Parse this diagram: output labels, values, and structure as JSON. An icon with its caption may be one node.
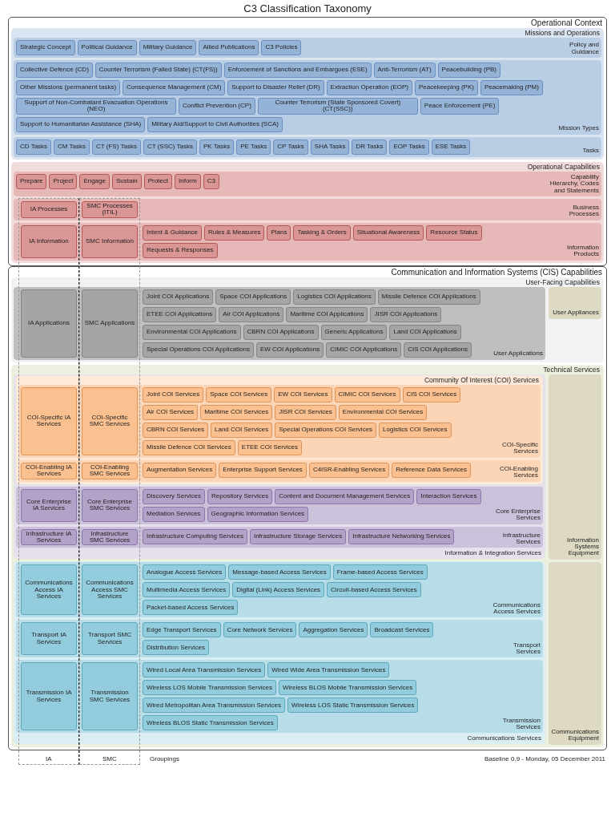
{
  "diagram": {
    "title": "C3 Classification Taxonomy",
    "nodes": [
      {
        "text": [
          "Operational Context"
        ]
      },
      {
        "text": [
          "Missions and Operations"
        ],
        "in": 0
      },
      {
        "text": [
          "Policy and Guidance"
        ],
        "in": 1
      },
      {
        "text": [
          "Strategic Concept"
        ],
        "in": 2
      },
      {
        "text": [
          "Political Guidance"
        ],
        "in": 2
      },
      {
        "text": [
          "Military Guidance"
        ],
        "in": 2
      },
      {
        "text": [
          "Allied Publications"
        ],
        "in": 2
      },
      {
        "text": [
          "C3 Policies"
        ],
        "in": 2
      },
      {
        "text": [
          "Mission Types"
        ],
        "in": 1
      },
      {
        "text": [
          "Collective Defence (CD)"
        ],
        "in": 8
      },
      {
        "text": [
          "Counter Terrorism (Failed State) (CT(FS))"
        ],
        "in": 8
      },
      {
        "text": [
          "Enforcement of Sanctions and Embargoes (ESE)"
        ],
        "in": 8
      },
      {
        "text": [
          "Anti-Terrorism (AT)"
        ],
        "in": 8
      },
      {
        "text": [
          "Peacebuilding (PB)"
        ],
        "in": 8
      },
      {
        "text": [
          "Other Missions (permanent tasks)"
        ],
        "in": 8
      },
      {
        "text": [
          "Consequence Management (CM)"
        ],
        "in": 8
      },
      {
        "text": [
          "Support to Disaster Relief (DR)"
        ],
        "in": 8
      },
      {
        "text": [
          "Extraction Operation (EOP)"
        ],
        "in": 8
      },
      {
        "text": [
          "Peacekeeping (PK)"
        ],
        "in": 8
      },
      {
        "text": [
          "Peacemaking (PM)"
        ],
        "in": 8
      },
      {
        "text": [
          "Support of Non-Combatant Evacuation Operations (NEO)"
        ],
        "in": 8
      },
      {
        "text": [
          "Conflict Prevention (CP)"
        ],
        "in": 8
      },
      {
        "text": [
          "Counter Terrorism (State Sponsored Covert) (CT(SSC))"
        ],
        "in": 8
      },
      {
        "text": [
          "Peace Enforcement (PE)"
        ],
        "in": 8
      },
      {
        "text": [
          "Support to Humanitarian Assistance (SHA)"
        ],
        "in": 8
      },
      {
        "text": [
          "Military Aid/Support to Civil Authorities (SCA)"
        ],
        "in": 8
      },
      {
        "text": [
          "Tasks"
        ],
        "in": 1
      },
      {
        "text": [
          "CD Tasks"
        ],
        "in": 26
      },
      {
        "text": [
          "CM Tasks"
        ],
        "in": 26
      },
      {
        "text": [
          "CT (FS) Tasks"
        ],
        "in": 26
      },
      {
        "text": [
          "CT (SSC) Tasks"
        ],
        "in": 26
      },
      {
        "text": [
          "PK Tasks"
        ],
        "in": 26
      },
      {
        "text": [
          "PE Tasks"
        ],
        "in": 26
      },
      {
        "text": [
          "CP Tasks"
        ],
        "in": 26
      },
      {
        "text": [
          "SHA Tasks"
        ],
        "in": 26
      },
      {
        "text": [
          "DR Tasks"
        ],
        "in": 26
      },
      {
        "text": [
          "EOP Tasks"
        ],
        "in": 26
      },
      {
        "text": [
          "ESE Tasks"
        ],
        "in": 26
      },
      {
        "text": [
          "Operational Capabilities"
        ],
        "in": 0
      },
      {
        "text": [
          "Capability Hierarchy, Codes and Statements"
        ],
        "in": 38
      },
      {
        "text": [
          "Prepare"
        ],
        "in": 39
      },
      {
        "text": [
          "Project"
        ],
        "in": 39
      },
      {
        "text": [
          "Engage"
        ],
        "in": 39
      },
      {
        "text": [
          "Sustain"
        ],
        "in": 39
      },
      {
        "text": [
          "Protect"
        ],
        "in": 39
      },
      {
        "text": [
          "Inform"
        ],
        "in": 39
      },
      {
        "text": [
          "C3"
        ],
        "in": 39
      },
      {
        "text": [
          "Business Processes"
        ],
        "in": 38
      },
      {
        "text": [
          "IA Processes"
        ],
        "in": 47
      },
      {
        "text": [
          "SMC Processes (ITIL)"
        ],
        "in": 47
      },
      {
        "text": [
          "Information Products"
        ],
        "in": 38
      },
      {
        "text": [
          "IA Information"
        ],
        "in": 50
      },
      {
        "text": [
          "SMC Information"
        ],
        "in": 50
      },
      {
        "text": [
          "Intent & Guidance"
        ],
        "in": 50
      },
      {
        "text": [
          "Rules & Measures"
        ],
        "in": 50
      },
      {
        "text": [
          "Plans"
        ],
        "in": 50
      },
      {
        "text": [
          "Tasking & Orders"
        ],
        "in": 50
      },
      {
        "text": [
          "Situational Awareness"
        ],
        "in": 50
      },
      {
        "text": [
          "Resource Status"
        ],
        "in": 50
      },
      {
        "text": [
          "Requests & Responses"
        ],
        "in": 50
      },
      {
        "text": [
          "Communication and Information Systems (CIS) Capabilities"
        ]
      },
      {
        "text": [
          "User-Facing Capabilities"
        ],
        "in": 60
      },
      {
        "text": [
          "User Applications"
        ],
        "in": 61
      },
      {
        "text": [
          "IA Applications"
        ],
        "in": 62
      },
      {
        "text": [
          "SMC Applications"
        ],
        "in": 62
      },
      {
        "text": [
          "Joint COI Applications"
        ],
        "in": 62
      },
      {
        "text": [
          "Space COI Applications"
        ],
        "in": 62
      },
      {
        "text": [
          "Logistics COI Applications"
        ],
        "in": 62
      },
      {
        "text": [
          "Missile Defence COI Applications"
        ],
        "in": 62
      },
      {
        "text": [
          "ETEE COI Applications"
        ],
        "in": 62
      },
      {
        "text": [
          "Air COI Applications"
        ],
        "in": 62
      },
      {
        "text": [
          "Maritime COI Applications"
        ],
        "in": 62
      },
      {
        "text": [
          "JISR COI Applications"
        ],
        "in": 62
      },
      {
        "text": [
          "Environmental COI Applications"
        ],
        "in": 62
      },
      {
        "text": [
          "CBRN COI Applications"
        ],
        "in": 62
      },
      {
        "text": [
          "Generic Applications"
        ],
        "in": 62
      },
      {
        "text": [
          "Land COI Applications"
        ],
        "in": 62
      },
      {
        "text": [
          "Special Operations COI Applications"
        ],
        "in": 62
      },
      {
        "text": [
          "EW COI Applications"
        ],
        "in": 62
      },
      {
        "text": [
          "CIMIC COI Applications"
        ],
        "in": 62
      },
      {
        "text": [
          "CIS COI Applications"
        ],
        "in": 62
      },
      {
        "text": [
          "User Appliances"
        ],
        "in": 61
      },
      {
        "text": [
          "Technical Services"
        ],
        "in": 60
      },
      {
        "text": [
          "Information & Integration Services"
        ],
        "in": 82
      },
      {
        "text": [
          "Community Of Interest (COI) Services"
        ],
        "in": 83
      },
      {
        "text": [
          "COI-Specific Services"
        ],
        "in": 84
      },
      {
        "text": [
          "COI-Specific IA Services"
        ],
        "in": 85
      },
      {
        "text": [
          "COI-Specific SMC Services"
        ],
        "in": 85
      },
      {
        "text": [
          "Joint COI Services"
        ],
        "in": 85
      },
      {
        "text": [
          "Space COI Services"
        ],
        "in": 85
      },
      {
        "text": [
          "EW COI Services"
        ],
        "in": 85
      },
      {
        "text": [
          "CIMIC COI Services"
        ],
        "in": 85
      },
      {
        "text": [
          "CIS COI Services"
        ],
        "in": 85
      },
      {
        "text": [
          "Air COI Services"
        ],
        "in": 85
      },
      {
        "text": [
          "Maritime COI Services"
        ],
        "in": 85
      },
      {
        "text": [
          "JISR COI Services"
        ],
        "in": 85
      },
      {
        "text": [
          "Environmental COI Services"
        ],
        "in": 85
      },
      {
        "text": [
          "CBRN COI Services"
        ],
        "in": 85
      },
      {
        "text": [
          "Land COI Services"
        ],
        "in": 85
      },
      {
        "text": [
          "Special Operations COI Services"
        ],
        "in": 85
      },
      {
        "text": [
          "Logistics COI Services"
        ],
        "in": 85
      },
      {
        "text": [
          "Missile Defence COI Services"
        ],
        "in": 85
      },
      {
        "text": [
          "ETEE COI Services"
        ],
        "in": 85
      },
      {
        "text": [
          "COI-Enabling Services"
        ],
        "in": 84
      },
      {
        "text": [
          "COI-Enabling IA Services"
        ],
        "in": 103
      },
      {
        "text": [
          "COI-Enabling SMC Services"
        ],
        "in": 103
      },
      {
        "text": [
          "Augmentation Services"
        ],
        "in": 103
      },
      {
        "text": [
          "Enterprise Support Services"
        ],
        "in": 103
      },
      {
        "text": [
          "C4ISR-Enabling Services"
        ],
        "in": 103
      },
      {
        "text": [
          "Reference Data Services"
        ],
        "in": 103
      },
      {
        "text": [
          "Core Enterprise Services"
        ],
        "in": 83
      },
      {
        "text": [
          "Core Enterprise IA Services"
        ],
        "in": 110
      },
      {
        "text": [
          "Core Enterprise SMC Services"
        ],
        "in": 110
      },
      {
        "text": [
          "Discovery Services"
        ],
        "in": 110
      },
      {
        "text": [
          "Repository Services"
        ],
        "in": 110
      },
      {
        "text": [
          "Content and Document Management Services"
        ],
        "in": 110
      },
      {
        "text": [
          "Interaction Services"
        ],
        "in": 110
      },
      {
        "text": [
          "Mediation Services"
        ],
        "in": 110
      },
      {
        "text": [
          "Geographic Information Services"
        ],
        "in": 110
      },
      {
        "text": [
          "Infrastructure Services"
        ],
        "in": 83
      },
      {
        "text": [
          "Infrastructure IA Services"
        ],
        "in": 119
      },
      {
        "text": [
          "Infrastructure SMC Services"
        ],
        "in": 119
      },
      {
        "text": [
          "Infrastructure Computing Services"
        ],
        "in": 119
      },
      {
        "text": [
          "Infrastructure Storage Services"
        ],
        "in": 119
      },
      {
        "text": [
          "Infrastructure Networking Services"
        ],
        "in": 119
      },
      {
        "text": [
          "Communications Services"
        ],
        "in": 82
      },
      {
        "text": [
          "Communications Access Services"
        ],
        "in": 125
      },
      {
        "text": [
          "Communications Access IA Services"
        ],
        "in": 126
      },
      {
        "text": [
          "Communications Access SMC Services"
        ],
        "in": 126
      },
      {
        "text": [
          "Analogue Access Services"
        ],
        "in": 126
      },
      {
        "text": [
          "Message-based Access Services"
        ],
        "in": 126
      },
      {
        "text": [
          "Frame-based Access Services"
        ],
        "in": 126
      },
      {
        "text": [
          "Multimedia Access Services"
        ],
        "in": 126
      },
      {
        "text": [
          "Digital (Link) Access Services"
        ],
        "in": 126
      },
      {
        "text": [
          "Circuit-based Access Services"
        ],
        "in": 126
      },
      {
        "text": [
          "Packet-based Access Services"
        ],
        "in": 126
      },
      {
        "text": [
          "Transport Services"
        ],
        "in": 125
      },
      {
        "text": [
          "Transport IA Services"
        ],
        "in": 136
      },
      {
        "text": [
          "Transport SMC Services"
        ],
        "in": 136
      },
      {
        "text": [
          "Edge Transport Services"
        ],
        "in": 136
      },
      {
        "text": [
          "Core Network Services"
        ],
        "in": 136
      },
      {
        "text": [
          "Aggregation Services"
        ],
        "in": 136
      },
      {
        "text": [
          "Broadcast Services"
        ],
        "in": 136
      },
      {
        "text": [
          "Distribution Services"
        ],
        "in": 136
      },
      {
        "text": [
          "Transmission Services"
        ],
        "in": 125
      },
      {
        "text": [
          "Transmission IA Services"
        ],
        "in": 144
      },
      {
        "text": [
          "Transmission SMC Services"
        ],
        "in": 144
      },
      {
        "text": [
          "Wired Local Area Transmission Services"
        ],
        "in": 144
      },
      {
        "text": [
          "Wired Wide Area Transmission Services"
        ],
        "in": 144
      },
      {
        "text": [
          "Wireless LOS Mobile Transmission Services"
        ],
        "in": 144
      },
      {
        "text": [
          "Wireless BLOS Mobile Transmission Services"
        ],
        "in": 144
      },
      {
        "text": [
          "Wired Metropolitan Area Transmission Services"
        ],
        "in": 144
      },
      {
        "text": [
          "Wireless LOS Static Transmission Services"
        ],
        "in": 144
      },
      {
        "text": [
          "Wireless BLOS Static Transmission Services"
        ],
        "in": 144
      },
      {
        "text": [
          "Information Systems Equipment"
        ],
        "in": 82
      },
      {
        "text": [
          "Communications Equipment"
        ],
        "in": 82
      }
    ],
    "labels": [
      "IA",
      "SMC",
      "Groupings",
      "Baseline 0.9 - Monday, 05 December 2011"
    ]
  }
}
